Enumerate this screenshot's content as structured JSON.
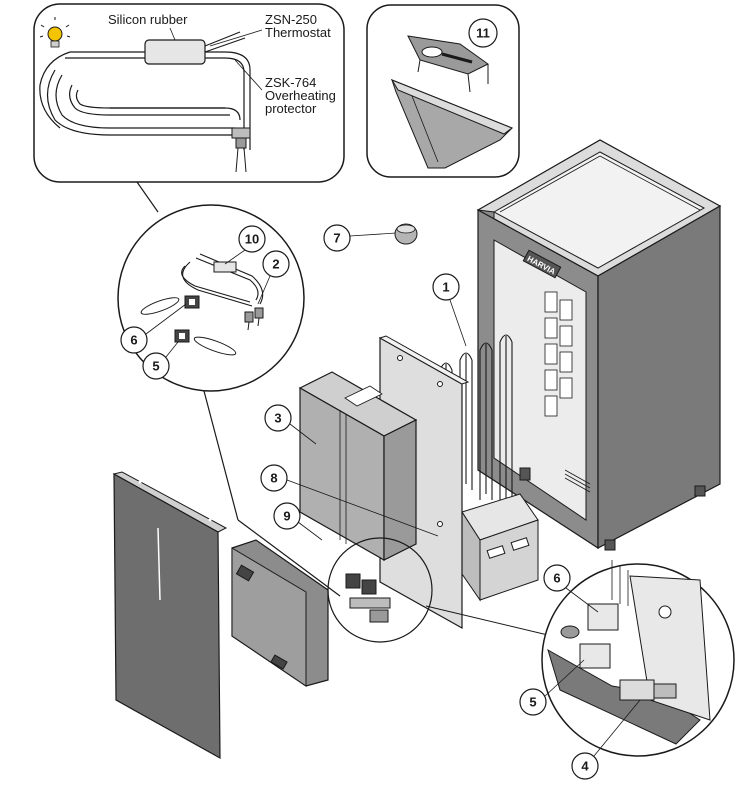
{
  "callouts": {
    "silicon_rubber": "Silicon rubber",
    "zsn_model": "ZSN-250",
    "zsn_name": "Thermostat",
    "zsk_model": "ZSK-764",
    "zsk_name_1": "Overheating",
    "zsk_name_2": "protector"
  },
  "part_numbers": {
    "p1": "1",
    "p2": "2",
    "p3": "3",
    "p4": "4",
    "p5a": "5",
    "p5b": "5",
    "p6a": "6",
    "p6b": "6",
    "p7": "7",
    "p8": "8",
    "p9": "9",
    "p10": "10",
    "p11": "11"
  },
  "brand_plate": "HARVIA",
  "colors": {
    "line": "#1a1a1a",
    "panel": "#8c8c8c",
    "panel_dark": "#6e6e6e",
    "panel_light": "#d9d9d9",
    "steel": "#c8c8c8",
    "bulb": "#f5c400"
  }
}
